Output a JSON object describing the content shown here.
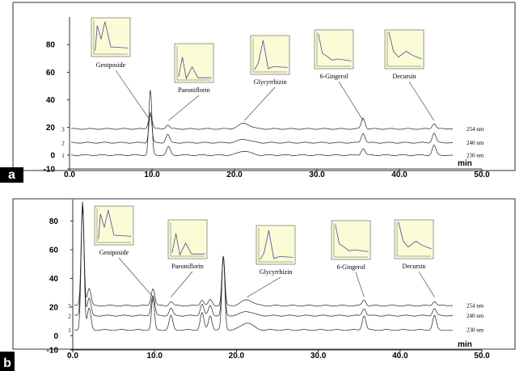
{
  "chart_data": [
    {
      "panel": "a",
      "type": "line",
      "xlabel": "min",
      "xlim": [
        0,
        50
      ],
      "ylim": [
        -10,
        100
      ],
      "xticks": [
        "0.0",
        "10.0",
        "20.0",
        "30.0",
        "40.0",
        "50.0"
      ],
      "yticks": [
        "-10",
        "0",
        "20",
        "40",
        "60",
        "80"
      ],
      "trace_numbers": [
        "3",
        "2",
        "1"
      ],
      "series": [
        {
          "name": "254 nm",
          "marker": "3",
          "offset": 19,
          "peaks": [
            [
              9.8,
              10
            ],
            [
              11.9,
              3
            ],
            [
              21.2,
              4
            ],
            [
              35.6,
              8
            ],
            [
              44.2,
              4
            ]
          ]
        },
        {
          "name": "240 nm",
          "marker": "2",
          "offset": 9,
          "peaks": [
            [
              9.8,
              22
            ],
            [
              11.9,
              6
            ],
            [
              21.2,
              2.5
            ],
            [
              35.6,
              7
            ],
            [
              44.2,
              7
            ]
          ]
        },
        {
          "name": "230 nm",
          "marker": "1",
          "offset": 0,
          "peaks": [
            [
              9.8,
              47
            ],
            [
              12.0,
              6
            ],
            [
              21.2,
              3
            ],
            [
              35.6,
              5
            ],
            [
              44.2,
              7
            ]
          ]
        }
      ],
      "compounds": [
        {
          "name": "Geniposide",
          "rt": 9.8
        },
        {
          "name": "Paeoniflorin",
          "rt": 12.0
        },
        {
          "name": "Glycyrrhizin",
          "rt": 21.2
        },
        {
          "name": "6-Gingerol",
          "rt": 35.6
        },
        {
          "name": "Decursin",
          "rt": 44.2
        }
      ]
    },
    {
      "panel": "b",
      "type": "line",
      "xlabel": "min",
      "xlim": [
        0,
        50
      ],
      "ylim": [
        -10,
        95
      ],
      "xticks": [
        "0.0",
        "10.0",
        "20.0",
        "30.0",
        "40.0",
        "50.0"
      ],
      "yticks": [
        "-10",
        "0",
        "20",
        "40",
        "60",
        "80"
      ],
      "trace_numbers": [
        "3",
        "2",
        "1"
      ],
      "series": [
        {
          "name": "254 nm",
          "marker": "3",
          "offset": 21,
          "peaks": [
            [
              1.2,
              70
            ],
            [
              2.0,
              12
            ],
            [
              9.8,
              12
            ],
            [
              12.0,
              3
            ],
            [
              15.8,
              4
            ],
            [
              16.8,
              4
            ],
            [
              18.4,
              34
            ],
            [
              21.3,
              4
            ],
            [
              35.6,
              4
            ],
            [
              44.2,
              3
            ]
          ]
        },
        {
          "name": "240 nm",
          "marker": "2",
          "offset": 14,
          "peaks": [
            [
              1.2,
              75
            ],
            [
              2.0,
              12
            ],
            [
              9.8,
              14
            ],
            [
              12.0,
              5
            ],
            [
              15.8,
              8
            ],
            [
              16.8,
              7
            ],
            [
              18.4,
              40
            ],
            [
              21.3,
              3
            ],
            [
              35.6,
              5
            ],
            [
              44.2,
              5
            ]
          ]
        },
        {
          "name": "230 nm",
          "marker": "1",
          "offset": 4,
          "peaks": [
            [
              1.2,
              90
            ],
            [
              2.0,
              15
            ],
            [
              9.8,
              22
            ],
            [
              12.0,
              10
            ],
            [
              15.8,
              12
            ],
            [
              16.8,
              10
            ],
            [
              18.4,
              52
            ],
            [
              21.3,
              5
            ],
            [
              35.6,
              10
            ],
            [
              44.2,
              10
            ]
          ]
        }
      ],
      "compounds": [
        {
          "name": "Geniposide",
          "rt": 9.8
        },
        {
          "name": "Paeoniflorin",
          "rt": 12.0
        },
        {
          "name": "Glycyrrhizin",
          "rt": 21.3
        },
        {
          "name": "6-Gingerol",
          "rt": 35.6
        },
        {
          "name": "Decursin",
          "rt": 44.2
        }
      ]
    }
  ]
}
